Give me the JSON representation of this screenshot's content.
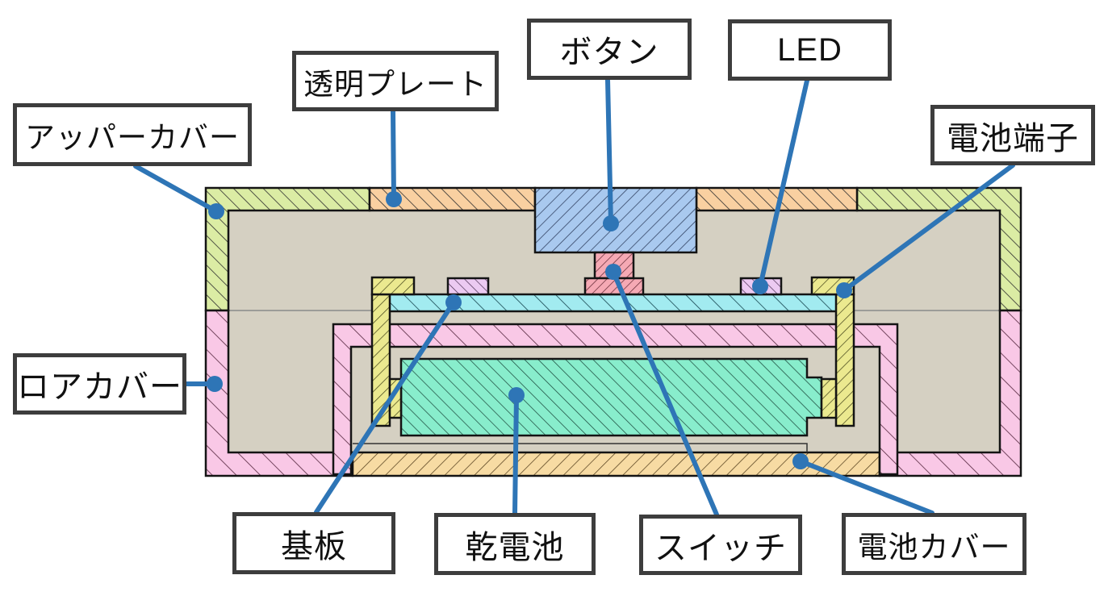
{
  "labels": {
    "upper_cover": "アッパーカバー",
    "clear_plate": "透明プレート",
    "button": "ボタン",
    "led": "LED",
    "battery_terminal": "電池端子",
    "lower_cover": "ロアカバー",
    "board": "基板",
    "battery": "乾電池",
    "switch": "スイッチ",
    "battery_cover": "電池カバー"
  },
  "colors": {
    "leader_blue": "#2e75b6",
    "upper_cover_green": "#dbeca4",
    "clear_plate_orange": "#f9d0a1",
    "button_blue": "#a9c9ef",
    "led_purple": "#eccaf2",
    "switch_red": "#f5a9b4",
    "terminal_yellow": "#ebe98f",
    "board_cyan": "#a2ebf0",
    "battery_teal": "#88edcc",
    "lower_cover_pink": "#f9c8e6",
    "battery_cover_tan": "#f7dba3",
    "interior_gray": "#d5d0c2",
    "label_border": "#3d3d3d"
  }
}
